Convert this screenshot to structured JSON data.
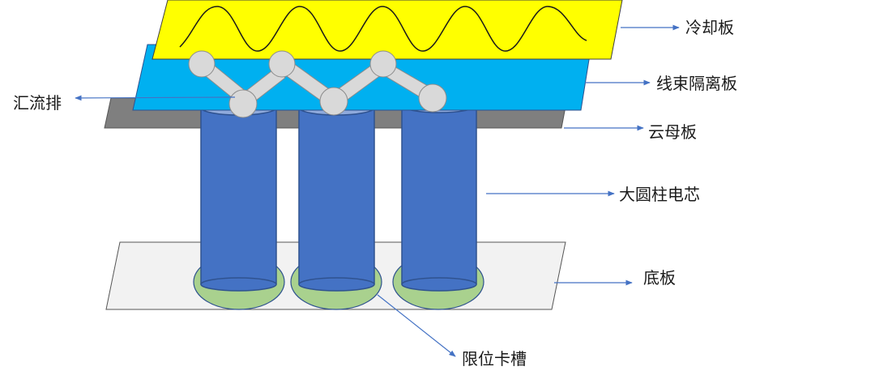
{
  "labels": {
    "cooling_plate": "冷却板",
    "harness_isolation_plate": "线束隔离板",
    "mica_plate": "云母板",
    "cell": "大圆柱电芯",
    "base_plate": "底板",
    "slot": "限位卡槽",
    "busbar": "汇流排"
  },
  "colors": {
    "cooling_plate": "#ffff00",
    "harness_isolation_plate": "#00b0f0",
    "mica_plate": "#7f7f7f",
    "cell_body": "#4472c4",
    "cell_top": "#8faadc",
    "base_plate": "#f2f2f2",
    "slot": "#a9d18e",
    "busbar": "#d9d9d9",
    "arrow": "#4472c4"
  },
  "cell_count": 3
}
